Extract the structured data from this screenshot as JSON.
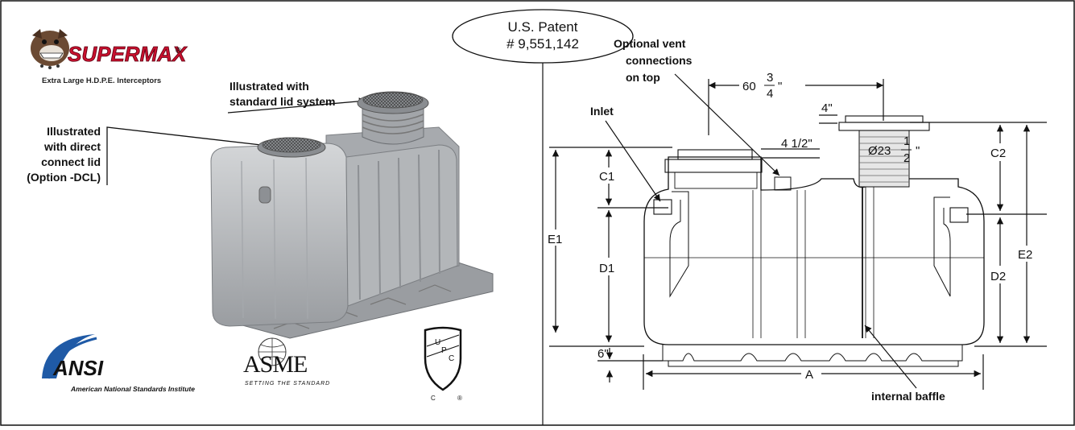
{
  "brand": {
    "name": "SUPERMAX",
    "registered": "®",
    "tagline": "Extra Large H.D.P.E. Interceptors"
  },
  "callouts": {
    "standard_lid_line1": "Illustrated with",
    "standard_lid_line2": "standard lid system",
    "direct_lid_line1": "Illustrated",
    "direct_lid_line2": "with direct",
    "direct_lid_line3": "connect lid",
    "direct_lid_line4": "(Option -DCL)"
  },
  "patent": {
    "line1": "U.S. Patent",
    "line2": "# 9,551,142"
  },
  "certifications": {
    "ansi_name": "ANSI",
    "ansi_caption": "American National Standards Institute",
    "asme_name": "ASME",
    "asme_caption": "SETTING THE STANDARD",
    "upc_letters": [
      "U",
      "P",
      "C"
    ],
    "upc_c": "C",
    "upc_r": "®"
  },
  "drawing": {
    "vent_line1": "Optional vent",
    "vent_line2": "connections",
    "vent_line3": "on top",
    "inlet": "Inlet",
    "top_width_whole": "60",
    "top_width_num": "3",
    "top_width_den": "4",
    "top_width_unit": "\"",
    "lid_height": "4\"",
    "lid_offset": "4 1/2\"",
    "riser_dia_whole": "Ø23",
    "riser_dia_num": "1",
    "riser_dia_den": "2",
    "riser_dia_unit": "\"",
    "c1": "C1",
    "c2": "C2",
    "d1": "D1",
    "d2": "D2",
    "e1": "E1",
    "e2": "E2",
    "base_height": "6\"",
    "length": "A",
    "baffle": "internal baffle"
  },
  "colors": {
    "tank_body": "#b9bcbf",
    "tank_shadow": "#8f9296",
    "tank_highlight": "#d4d6d8",
    "brand_red": "#c8102e",
    "ansi_blue": "#1f5aa6",
    "line": "#111111"
  }
}
